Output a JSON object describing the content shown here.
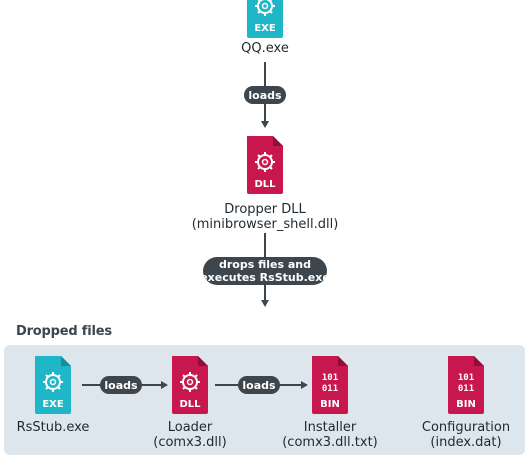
{
  "nodes": {
    "qq": {
      "label": "QQ.exe",
      "type": "EXE",
      "color": "#1fb6c8"
    },
    "dropper": {
      "label1": "Dropper DLL",
      "label2": "(minibrowser_shell.dll)",
      "type": "DLL",
      "color": "#c8174f"
    },
    "rsstub": {
      "label": "RsStub.exe",
      "type": "EXE",
      "color": "#1fb6c8"
    },
    "loader": {
      "label1": "Loader",
      "label2": "(comx3.dll)",
      "type": "DLL",
      "color": "#c8174f"
    },
    "installer": {
      "label1": "Installer",
      "label2": "(comx3.dll.txt)",
      "type": "BIN",
      "color": "#c8174f"
    },
    "config": {
      "label1": "Configuration",
      "label2": "(index.dat)",
      "type": "BIN",
      "color": "#c8174f"
    }
  },
  "edges": {
    "qq_to_dropper": "loads",
    "dropper_to_panel_line1": "drops files and",
    "dropper_to_panel_line2": "executes RsStub.exe",
    "rsstub_to_loader": "loads",
    "loader_to_installer": "loads"
  },
  "panel": {
    "title": "Dropped files"
  }
}
